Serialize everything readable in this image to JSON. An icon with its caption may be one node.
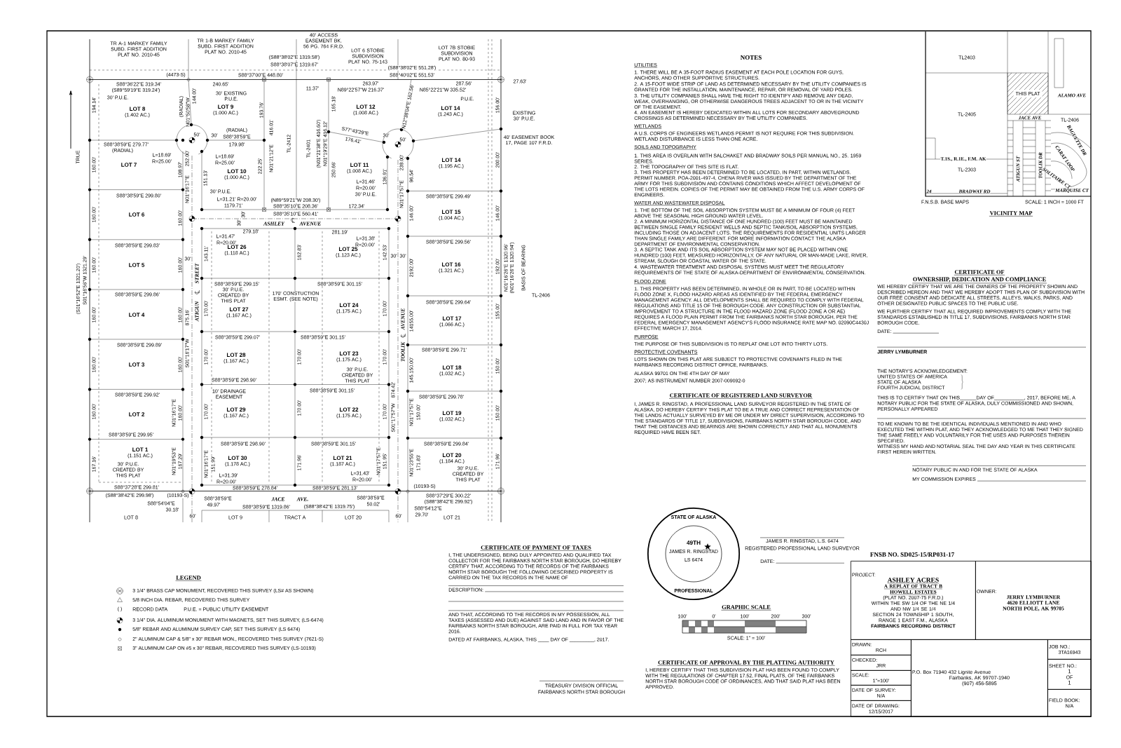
{
  "diagram": {
    "nodes": [
      {
        "text": [
          "LOT 8",
          "(1.402 AC.)"
        ]
      },
      {
        "text": [
          "LOT 7"
        ]
      },
      {
        "text": [
          "LOT 6"
        ]
      },
      {
        "text": [
          "LOT 5"
        ]
      },
      {
        "text": [
          "LOT 4"
        ]
      },
      {
        "text": [
          "LOT 3"
        ]
      },
      {
        "text": [
          "LOT 2"
        ]
      },
      {
        "text": [
          "LOT 1",
          "(1.151 AC.)"
        ]
      },
      {
        "text": [
          "LOT 9",
          "(1.000 AC.)"
        ]
      },
      {
        "text": [
          "LOT 10",
          "(1.000 AC.)"
        ]
      },
      {
        "text": [
          "LOT 12",
          "(1.008 AC.)"
        ]
      },
      {
        "text": [
          "LOT 11",
          "(1.008 AC.)"
        ]
      },
      {
        "text": [
          "LOT 14",
          "(1.243 AC.)"
        ]
      },
      {
        "text": [
          "LOT 14",
          "(1.195 AC.)"
        ]
      },
      {
        "text": [
          "LOT 15",
          "(1.004 AC.)"
        ]
      },
      {
        "text": [
          "LOT 16",
          "(1.321 AC.)"
        ]
      },
      {
        "text": [
          "LOT 17",
          "(1.066 AC.)"
        ]
      },
      {
        "text": [
          "LOT 18",
          "(1.032 AC.)"
        ]
      },
      {
        "text": [
          "LOT 19",
          "(1.032 AC.)"
        ]
      },
      {
        "text": [
          "LOT 20",
          "(1.184 AC.)"
        ]
      },
      {
        "text": [
          "LOT 26",
          "(1.118 AC.)"
        ]
      },
      {
        "text": [
          "LOT 25",
          "(1.123 AC.)"
        ]
      },
      {
        "text": [
          "LOT 27",
          "(1.167 AC.)"
        ]
      },
      {
        "text": [
          "LOT 24",
          "(1.175 AC.)"
        ]
      },
      {
        "text": [
          "LOT 28",
          "(1.167 AC.)"
        ]
      },
      {
        "text": [
          "LOT 23",
          "(1.175 AC.)"
        ]
      },
      {
        "text": [
          "LOT 29",
          "(1.167 AC.)"
        ]
      },
      {
        "text": [
          "LOT 22",
          "(1.175 AC.)"
        ]
      },
      {
        "text": [
          "LOT 30",
          "(1.178 AC.)"
        ]
      },
      {
        "text": [
          "LOT 21",
          "(1.187 AC.)"
        ]
      },
      {
        "text": [
          "LOT 8"
        ]
      },
      {
        "text": [
          "LOT 9"
        ]
      },
      {
        "text": [
          "TRACT A"
        ]
      },
      {
        "text": [
          "LOT 20"
        ]
      },
      {
        "text": [
          "LOT 21"
        ]
      },
      {
        "text": [
          "STATE OF ALASKA",
          "49TH",
          "JAMES R. RINGSTAD",
          "LS 6474",
          "PROFESSIONAL"
        ]
      },
      {
        "text": [
          "THIS PLAT"
        ]
      },
      {
        "text": [
          "PROJECT:",
          "ASHLEY ACRES",
          "A REPLAT OF TRACT B",
          "HOWELL ESTATES",
          "(PLAT NO. 2007-75 F.R.D.)",
          "WITHIN THE SW 1/4 OF THE NE 1/4",
          "AND NW 1/4 SE 1/4",
          "SECTION 24 TOWNSHIP 1 SOUTH,",
          "RANGE 1 EAST F.M., ALASKA",
          "FAIRBANKS RECORDING DISTRICT"
        ]
      },
      {
        "text": [
          "OWNER:",
          "JERRY LYMBURNER",
          "4620 ELLIOTT LANE",
          "NORTH POLE, AK 99705"
        ]
      },
      {
        "text": [
          "DRAWN:",
          "RCH"
        ]
      },
      {
        "text": [
          "CHECKED:",
          "JRR"
        ]
      },
      {
        "text": [
          "SCALE:",
          "1\"=100'"
        ]
      },
      {
        "text": [
          "DATE OF SURVEY:",
          "N/A"
        ]
      },
      {
        "text": [
          "DATE OF DRAWING:",
          "12/15/2017"
        ]
      },
      {
        "text": [
          "P.O. Box 71940 432 Lignite Avenue",
          "Fairbanks, AK 99707-1940",
          "(907) 456-5895"
        ]
      },
      {
        "text": [
          "JOB NO.:",
          "3TA16943"
        ]
      },
      {
        "text": [
          "SHEET NO.:",
          "1",
          "OF",
          "1"
        ]
      },
      {
        "text": [
          "FIELD BOOK:",
          "N/A"
        ]
      }
    ],
    "labels": [
      "TR A-1 MARKEY FAMILY SUBD. FIRST ADDITION PLAT NO. 2010-45",
      "TR 1-B MARKEY FAMILY SUBD. FIRST ADDITION PLAT NO. 2010-45",
      "40' ACCESS EASEMENT BK. 56 PG. 764 F.R.D.",
      "LOT 6 STOBIE SUBDIVISION PLAT NO. 75-143",
      "LOT 7B STOBIE SUBDIVISION PLAT NO. 80-93",
      "(S88°38'02\"E 1319.58')",
      "S88°38'07\"E 1319.67'",
      "(4473-S)",
      "S88°37'00\"E 448.80'",
      "(S88°38'02\"E 551.28')",
      "S88°40'02\"E 551.53'",
      "S88°36'22\"E 319.34'",
      "(S89°59'19\"E 319.24')",
      "240.65'",
      "263.97'",
      "287.56'",
      "27.63'",
      "11.37'",
      "N89°22'57\"W 216.37'",
      "N85°22'21\"W 335.52'",
      "30' EXISTING P.U.E.",
      "30' P.U.E.",
      "P.U.E.",
      "194.14'",
      "(RADIAL)",
      "N01°50'58\"W",
      "144.00'",
      "193.76'",
      "165.18'",
      "N12°38'04\"E 162.56'",
      "156.00'",
      "EXISTING 30' P.U.E.",
      "40' EASEMENT BOOK 17, PAGE 107 F.R.D.",
      "(RADIAL)",
      "S88°38'59\"E",
      "179.98'",
      "S77°43'29\"E",
      "176.41'",
      "50'",
      "30'",
      "50'",
      "30'",
      "S88°38'59\"E 279.77'",
      "(RADIAL)",
      "L=18.69'",
      "R=25.00'",
      "L=18.69'",
      "R=25.00'",
      "416.01'",
      "N01°21'12\"E",
      "222.25'",
      "TL-2412",
      "TL-2401",
      "(N01°21'38\"E 416.60')",
      "N01°19'29\"E 416.12'",
      "250.66'",
      "238.00'",
      "N01°17'57\"E",
      "136.91'",
      "252.00'",
      "108.97'",
      "N01°16'17\"E",
      "151.13'",
      "200.00'",
      "30' P.U.E.",
      "L=31.21' R=20.00'",
      "1179.71'",
      "(N89°59'21\"W 208.30')",
      "S88°35'10\"E 208.36'",
      "L=31.46'",
      "R=20.00'",
      "30' P.U.E.",
      "172.34'",
      "96.54'",
      "S88°38'59\"E 299.80'",
      "S88°38'59\"E 299.49'",
      "S88°35'10\"E 560.41'",
      "30'",
      "30'",
      "ASHLEY",
      "AVENUE",
      "160.00'",
      "160.00'",
      "160.00'",
      "160.00'",
      "160.00'",
      "160.00'",
      "167.16'",
      "160.00'",
      "160.00'",
      "160.00'",
      "160.00'",
      "N01°16'17\"E",
      "160.00'",
      "N01°19'53\"E",
      "167.29'",
      "875.16'",
      "S01°16'17\"W",
      "(S01°16'52\"E 1321.20')",
      "S01°16'56\"W 1321.29'",
      "TRUE",
      "S88°38'59\"E 299.83'",
      "S88°38'59\"E 299.86'",
      "S88°38'59\"E 299.89'",
      "S88°38'59\"E 299.92'",
      "S88°38'59\"E 299.95'",
      "30' P.U.E. CREATED BY THIS PLAT",
      "S88°37'28\"E 299.81'",
      "(S88°38'42\"E 299.98')",
      "(10193-S)",
      "S88°54'04\"E",
      "30.18'",
      "279.18'",
      "281.19'",
      "L=31.47'",
      "R=20.00'",
      "L=31.38'",
      "R=20.00'",
      "143.11'",
      "162.83'",
      "142.53'",
      "30'",
      "30'",
      "30'",
      "ATIGUN",
      "STREET",
      "S88°38'59\"E 299.15'",
      "S88°38'59\"E 301.15'",
      "30' P.U.E. CREATED BY THIS PLAT",
      "170' CONSTUCTION ESMT. (SEE NOTE)",
      "170.00'",
      "170.00'",
      "2192.00'",
      "192.00'",
      "N01°16'26\"E 1320.96'",
      "(N01°16'26\"E 1320.94')",
      "BASIS OF BEARING",
      "TL-2406",
      "146.00'",
      "146.00'",
      "S88°38'59\"E 299.56'",
      "S88°38'59\"E 299.64'",
      "14155.00'",
      "155.00'",
      "TOOLIK",
      "AVENUE",
      "S88°38'59\"E 299.07'",
      "S88°38'59\"E 301.15'",
      "170.00'",
      "170.00'",
      "170.00'",
      "S88°38'59\"E 299.71'",
      "145.150.00'",
      "150.00'",
      "30' P.U.E. CREATED BY THIS PLAT",
      "S88°38'59\"E 298.90'",
      "10' DRAINAGE EASEMENT",
      "S88°38'59\"E 301.15'",
      "S88°38'59\"E 299.78'",
      "874.42'",
      "S01°17'57\"W",
      "170.00'",
      "170.00'",
      "170.00'",
      "N01°17'57\"E",
      "150.00'",
      "150.00'",
      "S88°38'59\"E 298.90'",
      "S88°38'59\"E 301.15'",
      "S88°38'59\"E 299.84'",
      "N01°16'17\"E",
      "151.99'",
      "171.96'",
      "N01°17'57\"E",
      "151.95'",
      "N01°23'55\"E",
      "171.83'",
      "171.96'",
      "30' P.U.E. CREATED BY THIS PLAT",
      "L=31.39'",
      "R=20.00'",
      "L=31.43'",
      "R=20.00'",
      "S88°38'59\"E 278.84'",
      "S88°38'59\"E 281.13'",
      "(10193-S)",
      "S88°37'29\"E 300.22'",
      "(S88°38'42\"E 299.92')",
      "S88°38'59\"E",
      "49.97'",
      "JACE",
      "AVE.",
      "S88°38'59\"E 1319.86'",
      "(S88°38'42\"E 1319.75')",
      "S88°38'59\"E",
      "50.02'",
      "S88°54'12\"E",
      "60'",
      "60'",
      "29.70'",
      "NOTES",
      "UTILITIES",
      "1. THERE WILL BE A 35-FOOT RADIUS EASEMENT AT EACH POLE LOCATION FOR GUYS, ANCHORS, AND OTHER SUPPORTIVE STRUCTURES.",
      "2. A 15-FOOT WIDE STRIP OF LAND AS DETERMINED NECESSARY BY THE UTILITY COMPANIES IS GRANTED FOR THE INSTALLATION, MAINTENANCE, REPAIR, OR REMOVAL OF YARD POLES.",
      "3. THE UTILITY COMPANIES SHALL HAVE THE RIGHT TO IDENTIFY AND REMOVE ANY DEAD, WEAK, OVERHANGING, OR OTHERWISE DANGEROUS TREES ADJACENT TO OR IN THE VICINITY OF THE EASEMENT.",
      "4. AN EASEMENT IS HEREBY DEDICATED WITHIN ALL LOTS FOR SECONDARY ABOVEGROUND CROSSINGS AS DETERMINED NECESSARY BY THE UTILITY COMPANIES.",
      "WETLANDS",
      "A U.S. CORPS OF ENGINEERS WETLANDS PERMIT IS NOT REQUIRE FOR THIS SUBDIVISION. WETLAND DISTURBANCE IS LESS THAN ONE ACRE.",
      "SOILS AND TOPOGRAPHY",
      "1. THIS AREA IS OVERLAIN WITH SALCHAKET AND BRADWAY SOILS PER MANUAL NO., 25. 1959 SERIES.",
      "2. THE TOPOGRAPHY OF THIS SITE IS FLAT.",
      "3. THIS PROPERTY HAS BEEN DETERMINED TO BE LOCATED, IN PART, WITHIN WETLANDS. PERMIT NUMBER. POA-2001-497-4, CHENA RIVER WAS ISSUED BY THE DEPARTMENT OF THE ARMY FOR THIS SUBDIVISION AND CONTAINS CONDITIONS WHICH AFFECT DEVELOPMENT OF THE LOTS HEREIN. COPIES OF THE PERMIT MAY BE OBTAINED FROM THE U.S. ARMY CORPS OF ENGINEERS.",
      "WATER AND WASTEWATER DISPOSAL",
      "1. THE BOTTOM OF THE SOIL ABSORPTION SYSTEM MUST BE A MINIMUM OF FOUR (4) FEET ABOVE THE SEASONAL HIGH GROUND WATER LEVEL.",
      "2. A MINIMUM HORIZONTAL DISTANCE OF ONE HUNDRED (100) FEET MUST BE MAINTAINED BETWEEN SINGLE FAMILY RESIDENT WELLS AND SEPTIC TANK/SOIL ABSORPTION SYSTEMS, INCLUDING THOSE ON ADJACENT LOTS. THE REQUIREMENTS FOR RESIDENTIAL UNITS LARGER THAN SINGLE FAMILY ARE DIFFERENT. FOR MORE INFORMATION CONTACT THE ALASKA DEPARTMENT OF ENVIRONMENTAL CONSERVATION.",
      "3. A SEPTIC TANK AND ITS SOIL ABSORPTION SYSTEM MAY NOT BE PLACED WITHIN ONE HUNDRED (100) FEET, MEASURED HORIZONTALLY, OF ANY NATURAL OR MAN-MADE LAKE, RIVER, STREAM, SLOUGH OR COASTAL WATER OF THE STATE.",
      "4. WASTEWATER TREATMENT AND DISPOSAL SYSTEMS MUST MEET THE REGULATORY REQUIREMENTS OF THE STATE OF ALASKA-DEPARTMENT OF ENVIRONMENTAL CONSERVATION.",
      "FLOOD ZONE",
      "1. THIS PROPERTY HAS BEEN DETERMINED, IN WHOLE OR IN PART, TO BE LOCATED WITHIN FLOOD ZONE X, FLOOD HAZARD AREAS AS IDENTIFIED BY THE FEDERAL EMERGENCY MANAGEMENT AGENCY. ALL DEVELOPMENTS SHALL BE REQUIRED TO COMPLY WITH FEDERAL REGULATIONS AND TITLE 15 OF THE BOROUGH CODE. ANY CONSTRUCTION OR SUBSTANTIAL IMPROVEMENT TO A STRUCTURE IN THE FLOOD HAZARD ZONE (FLOOD ZONE A OR AE) REQUIRES A FLOOD PLAIN PERMIT FROM THE FAIRBANKS NORTH STAR BOROUGH, PER THE FEDERAL EMERGENCY MANAGEMENT AGENCY'S FLOOD INSURANCE RATE MAP NO. 02090C4430J EFFECTIVE MARCH 17, 2014.",
      "PURPOSE",
      "THE PURPOSE OF THIS SUBDIVISION IS TO REPLAT ONE LOT INTO THIRTY LOTS.",
      "PROTECTIVE COVENANTS",
      "LOTS SHOWN ON THIS PLAT ARE SUBJECT TO PROTECTIVE COVENANTS FILED IN THE FAIRBANKS RECORDING DISTRICT OFFICE, FAIRBANKS.",
      "ALASKA 99701 ON THE 4TH DAY OF MAY",
      "2007; AS INSTRUMENT NUMBER 2007-009092-0",
      "CERTIFICATE OF REGISTERED LAND SURVEYOR",
      "I, JAMES R. RINGSTAD, A PROFESSIONAL LAND SURVEYOR REGISTERED IN THE STATE OF ALASKA, DO HEREBY CERTIFY THIS PLAT TO BE A TRUE AND CORRECT REPRESENTATION OF THE LANDS ACTUALLY SURVEYED BY ME OR UNDER MY DIRECT SUPERVISION, ACCORDING TO THE STANDARDS OF TITLE 17, SUBDIVISIONS, FAIRBANKS NORTH STAR BOROUGH CODE, AND THAT THE DISTANCES AND BEARINGS ARE SHOWN CORRECTLY AND THAT ALL MONUMENTS REQUIRED HAVE BEEN SET.",
      "JAMES R. RINGSTAD, L.S. 6474",
      "REGISTERED PROFESSIONAL LAND SURVEYOR",
      "DATE:",
      "TL2403",
      "TL-2405",
      "TL-2406",
      "ALAMO AVE",
      "JACE AVE",
      "T.1S., R.1E., F.M. AK",
      "TL-2303",
      "ATIGUN ST",
      "TOOLIK DR",
      "BAGUETTE DR",
      "CARAT LOOP",
      "SOLITAIRE CT",
      "24",
      "BRADWAY RD",
      "MARQUISE CT",
      "F.N.S.B. BASE MAPS",
      "SCALE: 1 INCH = 1000 FT",
      "VICINITY MAP",
      "CERTIFICATE OF",
      "OWNERSHIP, DEDICATION AND COMPLIANCE",
      "WE HEREBY CERTIFY THAT WE ARE THE OWNERS OF THE PROPERTY SHOWN AND DESCRIBED HEREON AND THAT WE HEREBY ADOPT THIS PLAN OF SUBDIVISION WITH OUR FREE CONSENT AND DEDICATE ALL STREETS, ALLEYS, WALKS, PARKS, AND OTHER DESIGNATED PUBLIC SPACES TO THE PUBLIC USE.",
      "WE FURTHER CERTIFY THAT ALL REQUIRED IMPROVEMENTS COMPLY WITH THE STANDARDS ESTABLISHED IN TITLE 17, SUBDIVISIONS, FAIRBANKS NORTH STAR BOROUGH CODE.",
      "DATE:",
      "JERRY LYMBURNER",
      "THE NOTARY'S ACKNOWLEDGEMENT:",
      "UNITED STATES OF AMERICA",
      "STATE OF ALASKA",
      "FOURTH JUDICIAL DISTRICT",
      "THIS IS TO CERTIFY THAT ON THIS______DAY OF___________, 2017, BEFORE ME, A NOTARY PUBLIC FOR THE STATE OF ALASKA, DULY COMMISSIONED AND SHOWN, PERSONALLY APPEARED",
      "TO ME KNOWN TO BE THE IDENTICAL INDIVIDUALS MENTIONED IN AND WHO EXECUTED THE WITHIN PLAT, AND THEY ACKNOWLEDGED TO ME THAT THEY SIGNED THE SAME FREELY AND VOLUNTARILY FOR THE USES AND PURPOSES THEREIN SPECIFIED.",
      "WITNESS MY HAND AND NOTARIAL SEAL THE DAY AND YEAR IN THIS CERTIFICATE FIRST HEREIN WRITTEN.",
      "NOTARY PUBLIC IN AND FOR THE STATE OF ALASKA",
      "MY COMMISSION EXPIRES",
      "LEGEND",
      "( )",
      "P.U.E. = PUBLIC UTILITY EASEMENT",
      "CERTIFICATE OF PAYMENT OF TAXES",
      "I, THE UNDERSIGNED, BEING DULY APPOINTED AND QUALIFIED TAX COLLECTOR FOR THE FAIRBANKS NORTH STAR BOROUGH, DO HEREBY CERTIFY THAT, ACCORDING TO THE RECORDS OF THE FAIRBANKS NORTH STAR BOROUGH THE FOLLOWING DESCRIBED PROPERTY IS CARRIED ON THE TAX RECORDS IN THE NAME OF",
      "DESCRIPTION:",
      "AND THAT, ACCORDING TO THE RECORDS IN MY POSSESSION, ALL TAXES (ASSESSED AND DUE) AGAINST SAID LAND AND IN FAVOR OF THE FAIRBANKS NORTH STAR BOROUGH, ARE PAID IN FULL FOR TAX YEAR 2016.",
      "DATED AT FAIRBANKS, ALASKA, THIS ____ DAY OF _________, 2017.",
      "TREASURY DIVISION OFFICIAL",
      "FAIRBANKS NORTH STAR BOROUGH",
      "GRAPHIC SCALE",
      "100'",
      "0'",
      "100'",
      "200'",
      "300'",
      "SCALE: 1\" = 100'",
      "CERTIFICATE OF APPROVAL BY THE PLATTING AUTHORITY",
      "I, HEREBY CERTIFY THAT THIS SUBDIVISION PLAT HAS BEEN FOUND TO COMPLY WITH THE REGULATIONS OF CHAPTER 17.52, FINAL PLATS, OF THE FAIRBANKS NORTH STAR BOROUGH CODE OF ORDINANCES, AND THAT SAID PLAT HAS BEEN APPROVED.",
      "FNSB NO. SD025-15/RP031-17"
    ],
    "legend": [
      {
        "text": "3 1/4\" BRASS CAP MONUMENT, RECOVERED THIS SURVEY (LS# AS SHOWN)"
      },
      {
        "text": "5/8 INCH DIA. REBAR, RECOVERED THIS SURVEY"
      },
      {
        "text": "RECORD DATA"
      },
      {
        "text": "3 1/4\" DIA. ALUMINUM MONUMENT WITH MAGNETS, SET THIS SURVEY, (LS-6474)"
      },
      {
        "text": "5/8\" REBAR AND ALUMINUM SURVEY CAP, SET THIS SURVEY (LS 6474)"
      },
      {
        "text": "2\" ALUMINUM CAP & 5/8\" x 30\" REBAR MON., RECOVERED THIS SURVEY (7621-S)"
      },
      {
        "text": "3\" ALUMINUM CAP ON #5 x 30\" REBAR, RECOVERED THIS SURVEY (LS-10193)"
      }
    ]
  }
}
